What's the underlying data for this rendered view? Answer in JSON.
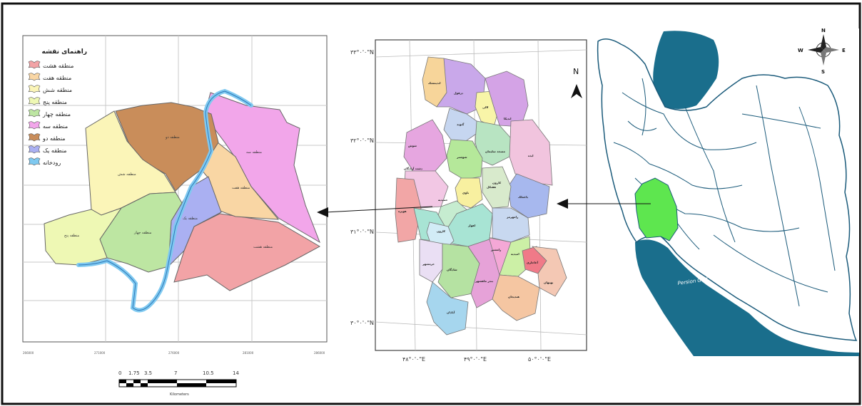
{
  "left_map": {
    "legend_title": "راهنمای نقشه",
    "legend_items": [
      {
        "label": "منطقه هشت",
        "color": "#f2a3a6"
      },
      {
        "label": "منطقه هفت",
        "color": "#f9d6a4"
      },
      {
        "label": "منطقه شش",
        "color": "#fbf5b8"
      },
      {
        "label": "منطقه پنج",
        "color": "#eef8b4"
      },
      {
        "label": "منطقه چهار",
        "color": "#bde6a2"
      },
      {
        "label": "منطقه سه",
        "color": "#f2a6ea"
      },
      {
        "label": "منطقه دو",
        "color": "#c98d5a"
      },
      {
        "label": "منطقه یک",
        "color": "#aab0f2"
      },
      {
        "label": "رودخانه",
        "color": "#7fc9f0"
      }
    ],
    "region_labels": [
      "منطقه دو",
      "منطقه سه",
      "منطقه شش",
      "منطقه هفت",
      "منطقه پنج",
      "منطقه چهار",
      "منطقه یک",
      "منطقه هشت"
    ],
    "x_ticks": [
      "266000",
      "271000",
      "276000",
      "281000",
      "286000"
    ],
    "scale_labels": [
      "0",
      "1.75",
      "3.5",
      "7",
      "10.5",
      "14"
    ],
    "scale_unit": "Kilometers"
  },
  "middle_map": {
    "north_label": "N",
    "lat_labels": [
      "۳۳°۰'۰\"N",
      "۳۲°۰'۰\"N",
      "۳۱°۰'۰\"N",
      "۳۰°۰'۰\"N"
    ],
    "lon_labels": [
      "۴۸°۰'۰\"E",
      "۴۹°۰'۰\"E",
      "۵۰°۰'۰\"E"
    ],
    "county_labels": [
      "اندیمشک",
      "دزفول",
      "لالی",
      "اندیکا",
      "شوش",
      "گتوند",
      "مسجد سلیمان",
      "شوشتر",
      "ایذه",
      "دشت آزادگان",
      "کارون",
      "باوی",
      "هفتکل",
      "باغملک",
      "حمیدیه",
      "هویزه",
      "اهواز",
      "رامهرمز",
      "کارون",
      "رامشیر",
      "امیدیه",
      "آغاجاری",
      "هندیجان",
      "خرمشهر",
      "شادگان",
      "بندر ماهشهر",
      "بهبهان",
      "آبادان"
    ]
  },
  "right_map": {
    "sea_label": "Persion Gulf",
    "compass": {
      "n": "N",
      "s": "S",
      "e": "E",
      "w": "W"
    },
    "highlight_color": "#5ee64f",
    "water_color": "#1a6e8c"
  }
}
